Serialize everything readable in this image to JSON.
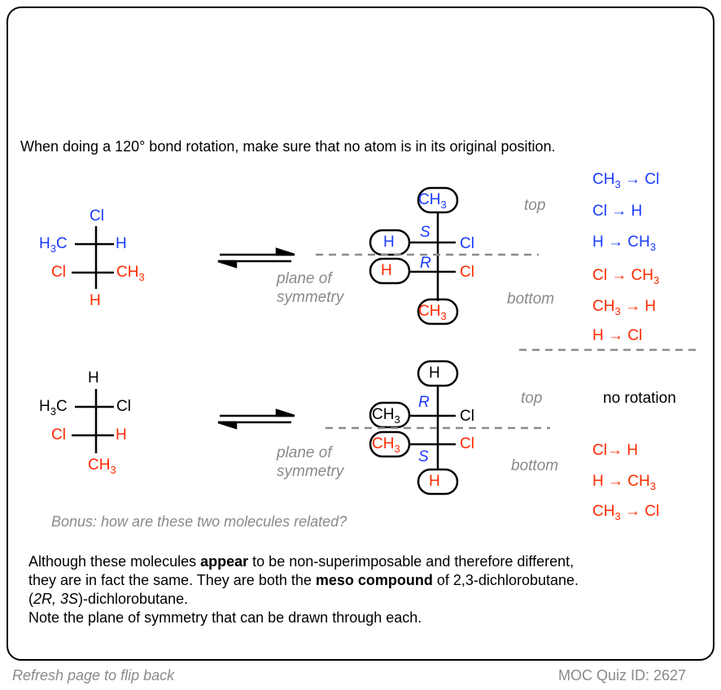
{
  "intro": "When doing a 120° bond rotation, make sure that no atom is in its original position.",
  "colors": {
    "blue": "#1a3cff",
    "red": "#ff2a00",
    "gray": "#8a8a8a"
  },
  "mol1": {
    "top": "Cl",
    "left_main": "H",
    "left_sub": "3",
    "left_end": "C",
    "right": "H",
    "left2": "Cl",
    "right2_main": "CH",
    "right2_sub": "3",
    "bottom": "H"
  },
  "mol2": {
    "top": "H",
    "left_main": "H",
    "left_sub": "3",
    "left_end": "C",
    "right": "Cl",
    "left2": "Cl",
    "right2": "H",
    "bottom_main": "CH",
    "bottom_sub": "3"
  },
  "plane_label": [
    "plane of",
    "symmetry"
  ],
  "fischer1": {
    "top_main": "CH",
    "top_sub": "3",
    "left1": "H",
    "right1": "Cl",
    "label1": "S",
    "left2": "H",
    "right2": "Cl",
    "label2": "R",
    "bottom_main": "CH",
    "bottom_sub": "3"
  },
  "fischer2": {
    "top": "H",
    "left1_main": "CH",
    "left1_sub": "3",
    "right1": "Cl",
    "label1": "R",
    "left2_main": "CH",
    "left2_sub": "3",
    "right2": "Cl",
    "label2": "S",
    "bottom": "H"
  },
  "panel1": {
    "top": "top",
    "bottom": "bottom",
    "top_items": [
      [
        "CH",
        "3",
        " → Cl"
      ],
      [
        "Cl → H",
        "",
        ""
      ],
      [
        "H → CH",
        "3",
        ""
      ]
    ],
    "bottom_items": [
      [
        "Cl → CH",
        "3",
        ""
      ],
      [
        "CH",
        "3",
        " → H"
      ],
      [
        "H → Cl",
        "",
        ""
      ]
    ]
  },
  "panel2": {
    "top": "top",
    "no_rotation": "no rotation",
    "bottom": "bottom",
    "bottom_items": [
      [
        "Cl→ H",
        "",
        ""
      ],
      [
        "H → CH",
        "3",
        ""
      ],
      [
        "CH",
        "3",
        " → Cl"
      ]
    ]
  },
  "bonus": "Bonus: how are these two molecules related?",
  "explanation": {
    "l1a": "Although these molecules ",
    "l1b": "appear",
    "l1c": " to be non-superimposable and therefore different,",
    "l2a": "they are in fact the same. They are both the ",
    "l2b": "meso compound",
    "l2c": " of 2,3-dichlorobutane.",
    "l3a": "(",
    "l3b": "2R, 3S",
    "l3c": ")-dichlorobutane.",
    "l4": " Note the plane of symmetry that can be drawn through each."
  },
  "footer": {
    "refresh": "Refresh page to flip back",
    "quiz_id": "MOC Quiz ID: 2627"
  }
}
